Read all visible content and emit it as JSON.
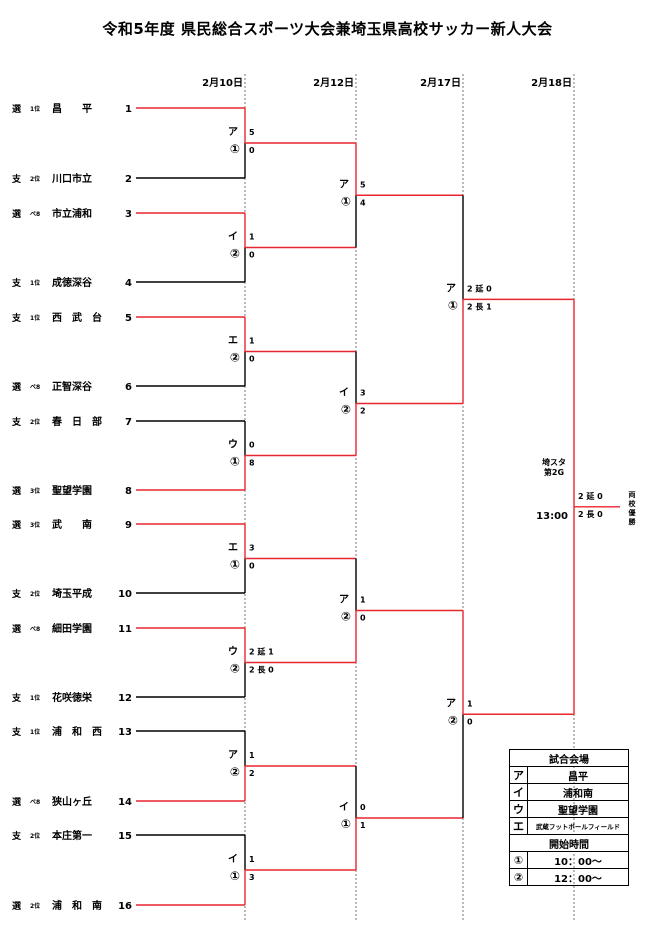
{
  "title": "令和5年度 県民総合スポーツ大会兼埼玉県高校サッカー新人大会",
  "dates": [
    "2月10日",
    "2月12日",
    "2月17日",
    "2月18日"
  ],
  "teams": [
    {
      "seed": "選",
      "rank": "1位",
      "name": "昌　　平",
      "num": "1"
    },
    {
      "seed": "支",
      "rank": "2位",
      "name": "川口市立",
      "num": "2"
    },
    {
      "seed": "選",
      "rank": "ベ8",
      "name": "市立浦和",
      "num": "3"
    },
    {
      "seed": "支",
      "rank": "1位",
      "name": "成徳深谷",
      "num": "4"
    },
    {
      "seed": "支",
      "rank": "1位",
      "name": "西　武　台",
      "num": "5"
    },
    {
      "seed": "選",
      "rank": "ベ8",
      "name": "正智深谷",
      "num": "6"
    },
    {
      "seed": "支",
      "rank": "2位",
      "name": "春　日　部",
      "num": "7"
    },
    {
      "seed": "選",
      "rank": "3位",
      "name": "聖望学園",
      "num": "8"
    },
    {
      "seed": "選",
      "rank": "3位",
      "name": "武　　南",
      "num": "9"
    },
    {
      "seed": "支",
      "rank": "2位",
      "name": "埼玉平成",
      "num": "10"
    },
    {
      "seed": "選",
      "rank": "ベ8",
      "name": "細田学園",
      "num": "11"
    },
    {
      "seed": "支",
      "rank": "1位",
      "name": "花咲徳栄",
      "num": "12"
    },
    {
      "seed": "支",
      "rank": "1位",
      "name": "浦　和　西",
      "num": "13"
    },
    {
      "seed": "選",
      "rank": "ベ8",
      "name": "狭山ヶ丘",
      "num": "14"
    },
    {
      "seed": "支",
      "rank": "2位",
      "name": "本庄第一",
      "num": "15"
    },
    {
      "seed": "選",
      "rank": "2位",
      "name": "浦　和　南",
      "num": "16"
    }
  ],
  "matches": [
    {
      "venue": "ア",
      "slot": "①",
      "top": "5",
      "bottom": "0"
    },
    {
      "venue": "イ",
      "slot": "②",
      "top": "1",
      "bottom": "0"
    },
    {
      "venue": "エ",
      "slot": "②",
      "top": "1",
      "bottom": "0"
    },
    {
      "venue": "ウ",
      "slot": "①",
      "top": "0",
      "bottom": "8"
    },
    {
      "venue": "エ",
      "slot": "①",
      "top": "3",
      "bottom": "0"
    },
    {
      "venue": "ウ",
      "slot": "②",
      "top": "2 延 1",
      "bottom": "2 長 0"
    },
    {
      "venue": "ア",
      "slot": "②",
      "top": "1",
      "bottom": "2"
    },
    {
      "venue": "イ",
      "slot": "①",
      "top": "1",
      "bottom": "3"
    },
    {
      "venue": "ア",
      "slot": "①",
      "top": "5",
      "bottom": "4"
    },
    {
      "venue": "イ",
      "slot": "②",
      "top": "3",
      "bottom": "2"
    },
    {
      "venue": "ア",
      "slot": "②",
      "top": "1",
      "bottom": "0"
    },
    {
      "venue": "イ",
      "slot": "①",
      "top": "0",
      "bottom": "1"
    },
    {
      "venue": "ア",
      "slot": "①",
      "top": "2 延 0",
      "bottom": "2 長 1"
    },
    {
      "venue": "ア",
      "slot": "②",
      "top": "1",
      "bottom": "0"
    },
    {
      "venue": "",
      "slot": "",
      "top": "2 延 0",
      "bottom": "2 長 0"
    }
  ],
  "final": {
    "venue_line1": "埼スタ",
    "venue_line2": "第2G",
    "time": "13:00",
    "result": "両校優勝"
  },
  "legend": {
    "venue_header": "試合会場",
    "venues": [
      {
        "key": "ア",
        "name": "昌平"
      },
      {
        "key": "イ",
        "name": "浦和南"
      },
      {
        "key": "ウ",
        "name": "聖望学園"
      },
      {
        "key": "エ",
        "name": "武蔵フットボールフィールド"
      }
    ],
    "time_header": "開始時間",
    "times": [
      {
        "key": "①",
        "time": "10：00～"
      },
      {
        "key": "②",
        "time": "12：00～"
      }
    ]
  },
  "colors": {
    "win": "#e8262d",
    "line": "#000000",
    "dash": "#555555"
  }
}
